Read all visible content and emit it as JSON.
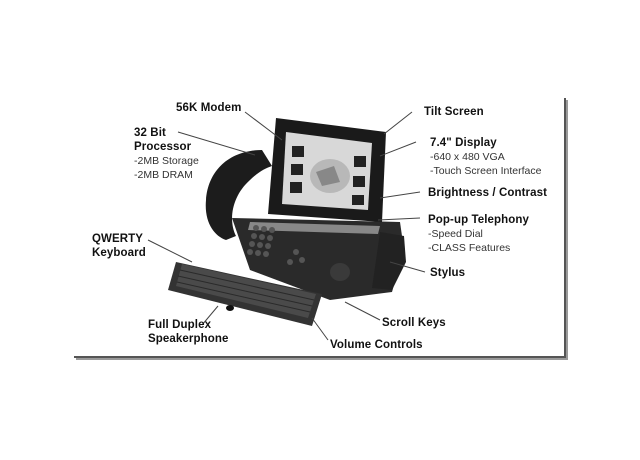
{
  "image": {
    "subject": "Touch-screen smart phone with QWERTY keyboard",
    "callouts": [
      {
        "id": "modem",
        "title": "56K Modem",
        "details": []
      },
      {
        "id": "processor",
        "title": "32 Bit Processor",
        "title_line1": "32 Bit",
        "title_line2": "Processor",
        "details": [
          "-2MB Storage",
          "-2MB DRAM"
        ]
      },
      {
        "id": "tilt",
        "title": "Tilt Screen",
        "details": []
      },
      {
        "id": "display",
        "title": "7.4\" Display",
        "details": [
          "-640 x 480 VGA",
          "-Touch Screen Interface"
        ]
      },
      {
        "id": "brightness",
        "title": "Brightness / Contrast",
        "details": []
      },
      {
        "id": "telephony",
        "title": "Pop-up Telephony",
        "details": [
          "-Speed Dial",
          "-CLASS Features"
        ]
      },
      {
        "id": "stylus",
        "title": "Stylus",
        "details": []
      },
      {
        "id": "keyboard",
        "title": "QWERTY Keyboard",
        "title_line1": "QWERTY",
        "title_line2": "Keyboard",
        "details": []
      },
      {
        "id": "speakerphone",
        "title": "Full Duplex Speakerphone",
        "title_line1": "Full Duplex",
        "title_line2": "Speakerphone",
        "details": []
      },
      {
        "id": "scroll",
        "title": "Scroll Keys",
        "details": []
      },
      {
        "id": "volume",
        "title": "Volume Controls",
        "details": []
      }
    ]
  }
}
